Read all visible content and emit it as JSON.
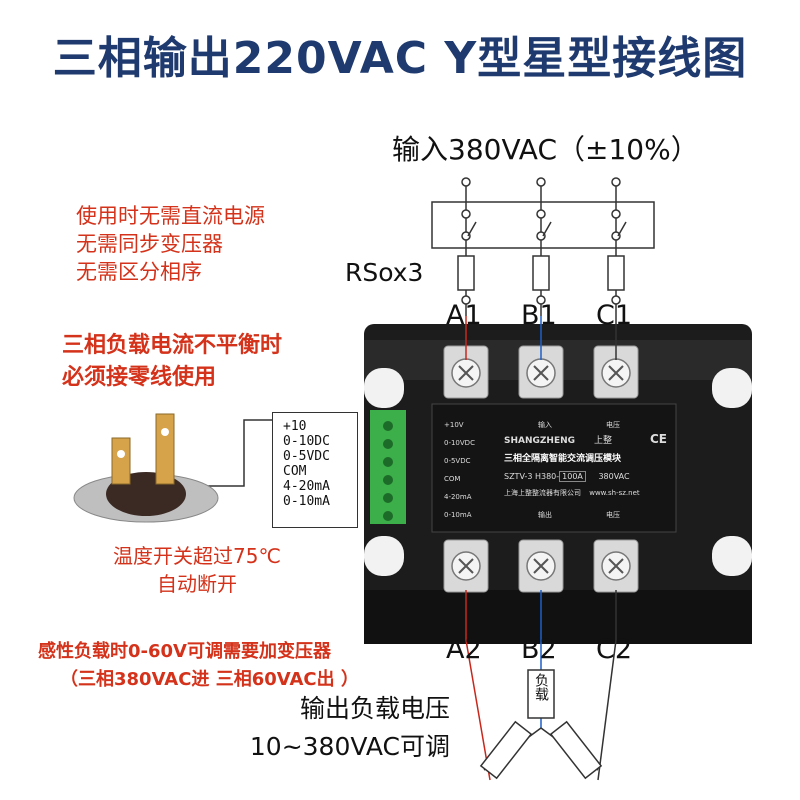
{
  "title": "三相输出220VAC Y型星型接线图",
  "input_label": "输入380VAC（±10%）",
  "notes": {
    "no_power": [
      "使用时无需直流电源",
      "无需同步变压器",
      "无需区分相序"
    ],
    "neutral": [
      "三相负载电流不平衡时",
      "必须接零线使用"
    ],
    "inductive": [
      "感性负载时0-60V可调需要加变压器",
      "（三相380VAC进 三相60VAC出 ）"
    ]
  },
  "fuse_label": "RSox3",
  "phases_in": [
    "A1",
    "B1",
    "C1"
  ],
  "phases_out": [
    "A2",
    "B2",
    "C2"
  ],
  "signal_box": [
    "+10",
    "0-10DC",
    "0-5VDC",
    "COM",
    "4-20mA",
    "0-10mA"
  ],
  "thermostat_caption": [
    "温度开关超过75℃",
    "自动断开"
  ],
  "output_caption": [
    "输出负载电压",
    "10~380VAC可调"
  ],
  "load_label": "负载",
  "module": {
    "brand": "SHANGZHENG",
    "brand_cn": "上整",
    "name": "三相全隔离智能交流调压模块",
    "model": "SZTV-3 H380-",
    "current": "100A",
    "voltage": "380VAC",
    "maker": "上海上整整流器有限公司",
    "website": "www.sh-sz.net",
    "terminal_labels": [
      "+10V",
      "0-10VDC",
      "0-5VDC",
      "COM",
      "4-20mA",
      "0-10mA"
    ],
    "input_text": "输入",
    "output_text": "输出",
    "voltage_text": "电压",
    "ce_mark": "CE"
  },
  "colors": {
    "title": "#1f3a6e",
    "note_red": "#d4321a",
    "wire_red": "#c8281c",
    "wire_blue": "#1c5fc8",
    "module_body": "#1c1c1c",
    "terminal_green": "#3cae4a"
  }
}
